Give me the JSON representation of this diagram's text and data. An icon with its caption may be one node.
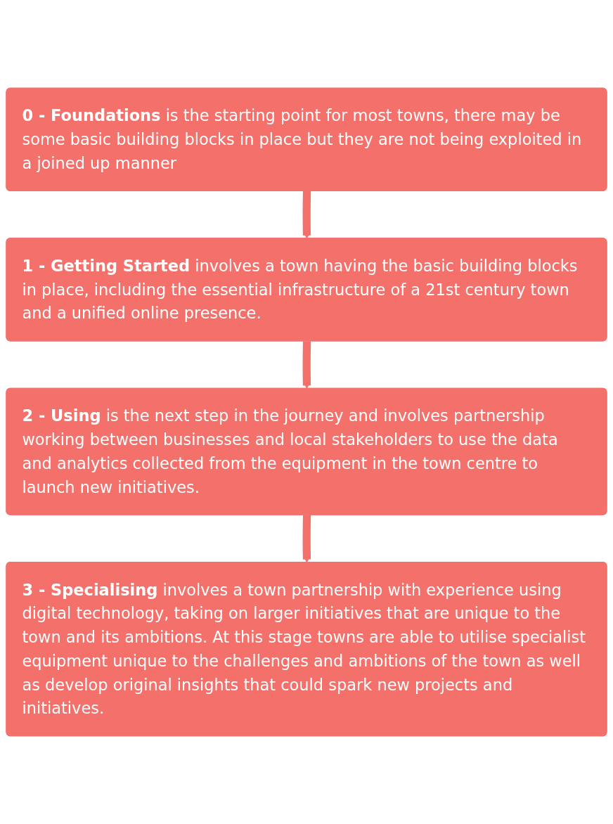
{
  "diagram": {
    "nodes": [
      {
        "text": [
          "**0 - Foundations** is the starting point for most towns, there may be some basic building blocks in place but they are not being exploited in a joined up manner"
        ]
      },
      {
        "text": [
          "**1 - Getting Started** involves a town having the basic building blocks in place, including the essential infrastructure of a 21st century town and a unified online presence."
        ]
      },
      {
        "text": [
          "**2 - Using** is the next step in the journey and involves partnership working between businesses and local stakeholders to use the data and analytics collected from the equipment in the town centre to launch new initiatives."
        ]
      },
      {
        "text": [
          "**3 - Specialising** involves a town partnership with experience using digital technology, taking on larger initiatives that are unique to the town and its ambitions. At this stage towns are able to utilise specialist equipment unique to the challenges and ambitions of the town as well as develop original insights that could spark new projects and initiatives."
        ]
      }
    ],
    "edges": [
      {
        "from": 0,
        "to": 1,
        "arrow": "to"
      },
      {
        "from": 1,
        "to": 2,
        "arrow": "to"
      },
      {
        "from": 2,
        "to": 3,
        "arrow": "to"
      }
    ]
  }
}
